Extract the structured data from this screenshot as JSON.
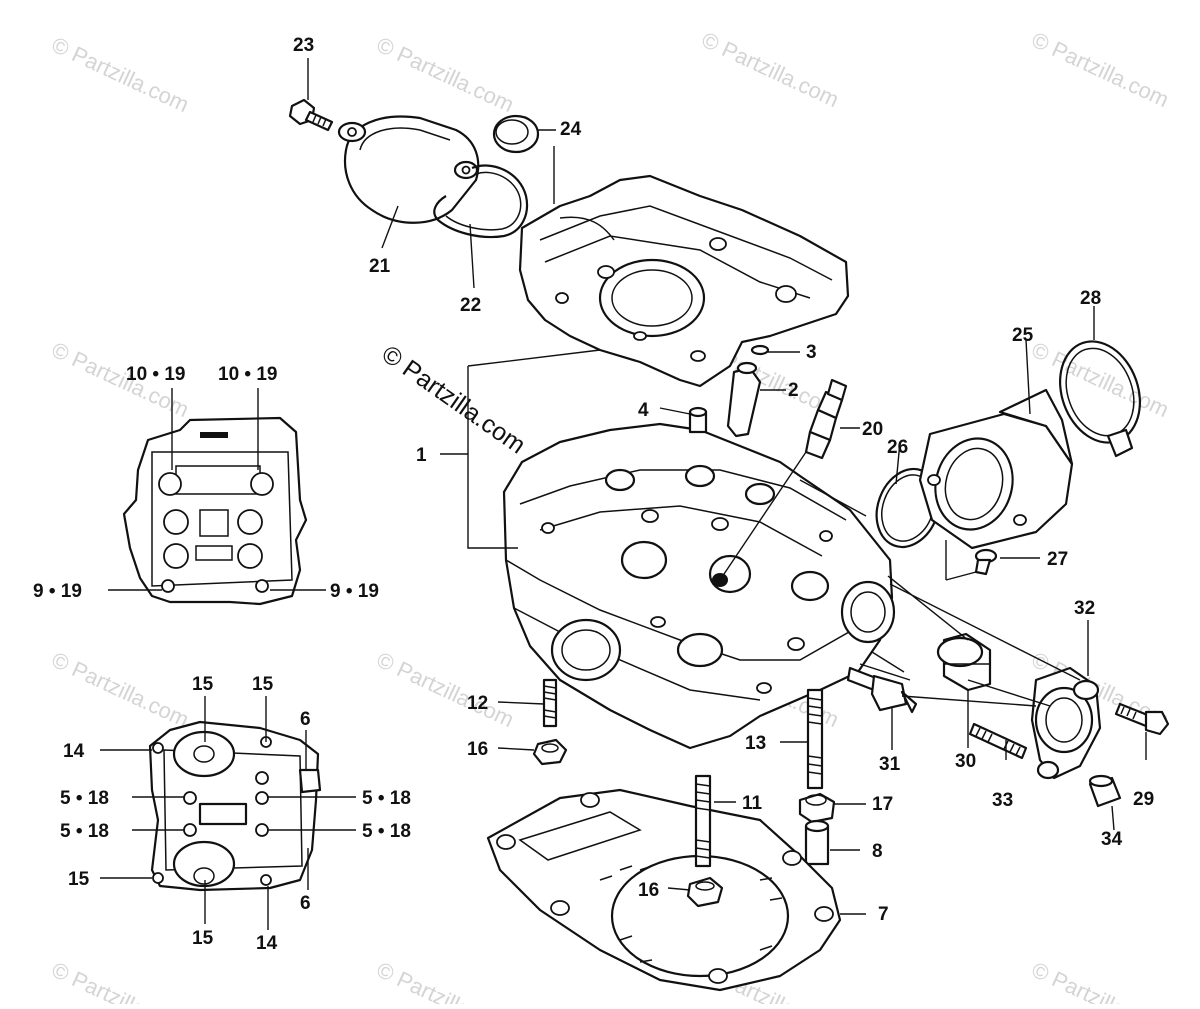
{
  "watermark": {
    "main": "© Partzilla.com",
    "tiles": [
      "© Partzilla.com",
      "© Partzilla.com",
      "© Partzilla.com",
      "© Partzilla.com",
      "© Partzilla.com",
      "© Partzilla.com",
      "© Partzilla.com",
      "© Partzilla.com",
      "© Partzilla.com",
      "© Partzilla.com",
      "© Partzilla.com",
      "© Partzilla.com",
      "© Partzilla.com",
      "© Partzilla.com",
      "© Partzilla.com"
    ]
  },
  "labels": {
    "p1": "1",
    "p2": "2",
    "p3": "3",
    "p4": "4",
    "p5_18_a": "5 • 18",
    "p5_18_b": "5 • 18",
    "p5_18_c": "5 • 18",
    "p5_18_d": "5 • 18",
    "p6_a": "6",
    "p6_b": "6",
    "p7": "7",
    "p8": "8",
    "p9_19_a": "9 • 19",
    "p9_19_b": "9 • 19",
    "p10_19_a": "10 • 19",
    "p10_19_b": "10 • 19",
    "p11": "11",
    "p12": "12",
    "p13": "13",
    "p14_a": "14",
    "p14_b": "14",
    "p15_a": "15",
    "p15_b": "15",
    "p15_c": "15",
    "p15_d": "15",
    "p16_a": "16",
    "p16_b": "16",
    "p17": "17",
    "p20": "20",
    "p21": "21",
    "p22": "22",
    "p23": "23",
    "p24": "24",
    "p25": "25",
    "p26": "26",
    "p27": "27",
    "p28": "28",
    "p29": "29",
    "p30": "30",
    "p31": "31",
    "p32": "32",
    "p33": "33",
    "p34": "34"
  }
}
